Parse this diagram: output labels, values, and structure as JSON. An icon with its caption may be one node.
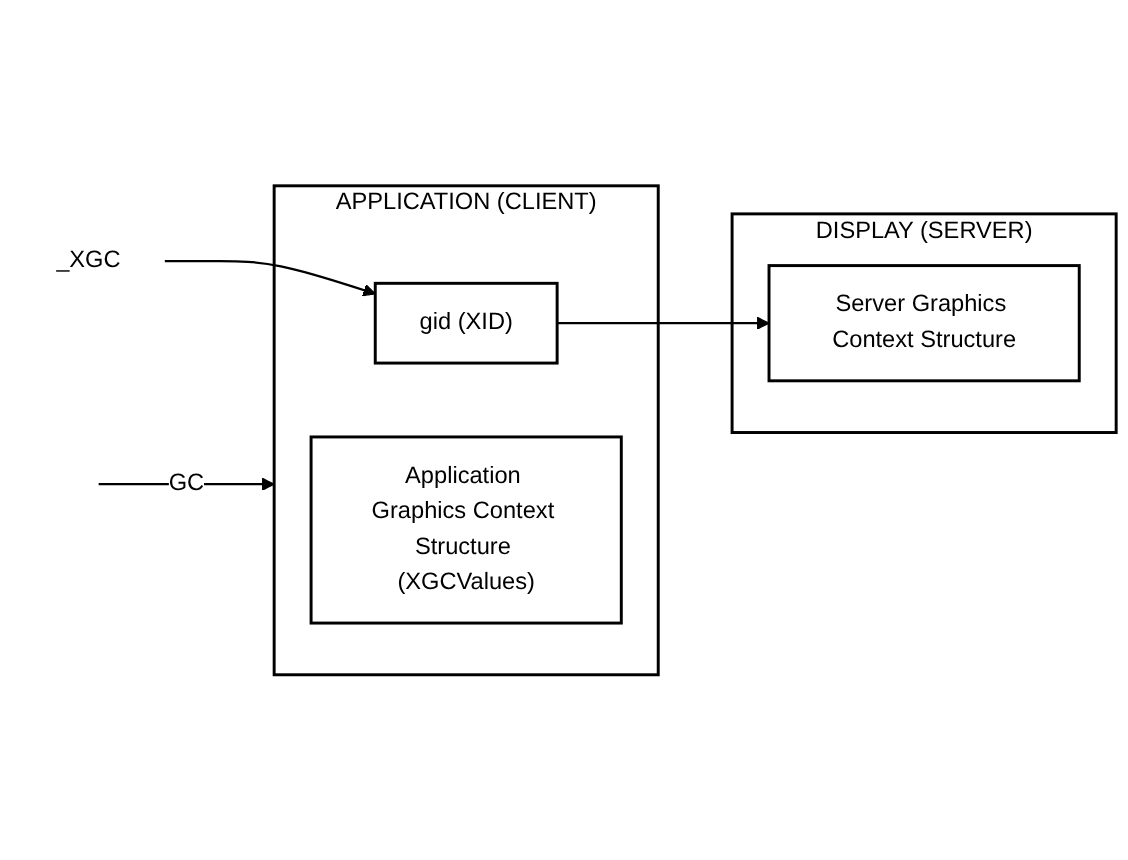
{
  "diagram": {
    "nodes": [
      {
        "text": [
          "APPLICATION (CLIENT)"
        ]
      },
      {
        "text": [
          "gid (XID)"
        ],
        "in": 0
      },
      {
        "text": [
          "Application Graphics Context Structure (XGCValues)"
        ],
        "in": 0
      },
      {
        "text": [
          "DISPLAY (SERVER)"
        ]
      },
      {
        "text": [
          "Server Graphics Context Structure"
        ],
        "in": 3
      },
      {
        "text": [
          "_XGC"
        ]
      }
    ],
    "edges": [
      {
        "from": 1,
        "to": 4,
        "arrow": "to"
      },
      {
        "from": 5,
        "to": 1,
        "arrow": "to"
      },
      {
        "from": null,
        "to": 0,
        "arrow": "to",
        "label": "GC"
      }
    ]
  }
}
